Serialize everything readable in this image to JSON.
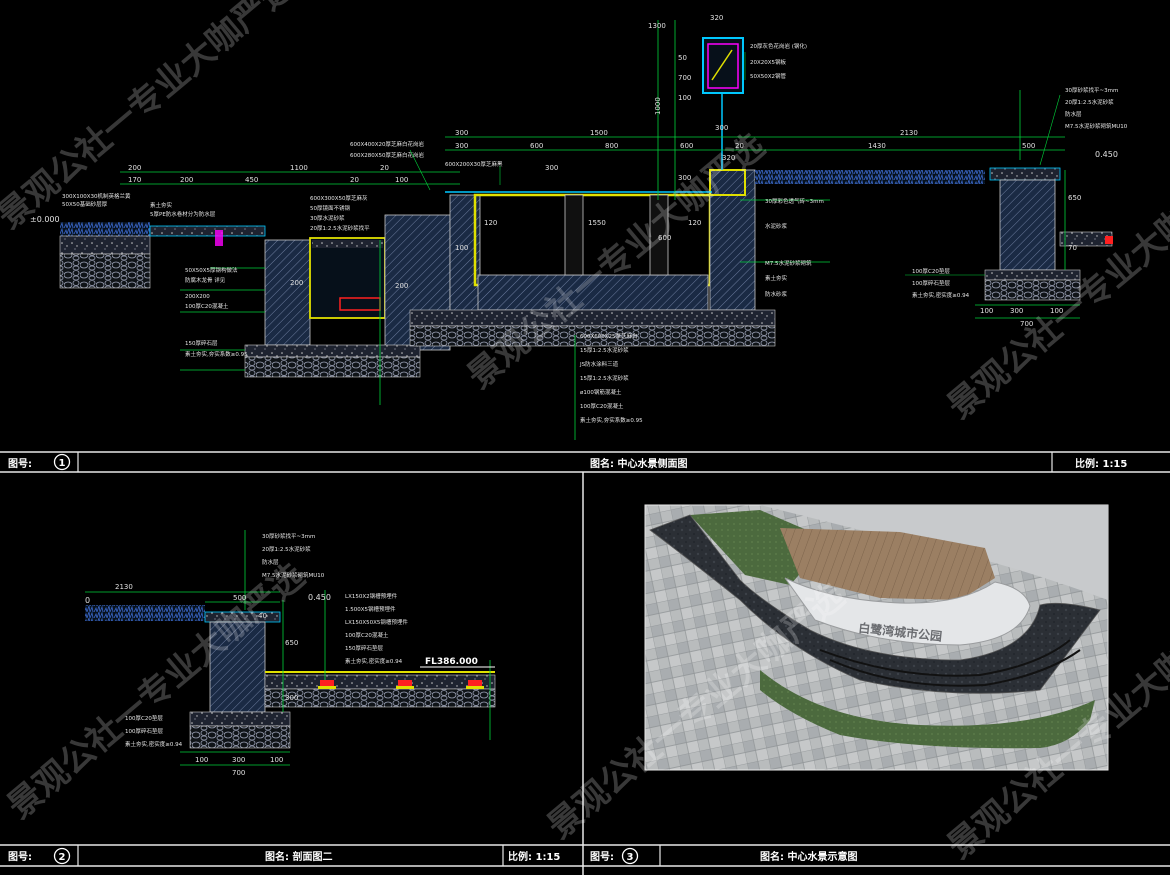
{
  "panel1": {
    "no_label": "图号:",
    "no_value": "1",
    "title": "图名: 中心水景侧面图",
    "scale": "比例: 1:15",
    "dims_top": [
      "200",
      "170",
      "200",
      "450",
      "1100",
      "20",
      "100",
      "20",
      "800",
      "1500",
      "20",
      "320",
      "1430",
      "2130",
      "500"
    ],
    "dims_misc": [
      "300",
      "300",
      "1000",
      "600",
      "1550",
      "600",
      "200",
      "200",
      "120",
      "120",
      "100",
      "600",
      "650",
      "70",
      "300"
    ],
    "dims_box": [
      "320",
      "1300",
      "50",
      "700",
      "100",
      "300",
      "300"
    ],
    "elevations": [
      "±0.000",
      "0.450"
    ],
    "notes_left": [
      "300X100X30机制英格兰黄",
      "50X50基础砂层厚",
      "素土夯实",
      "5厚PE防水卷材分为防水层",
      "50X50X5厚钢构做法",
      "防腐木龙骨 详见",
      "200X200",
      "100厚C20混凝土",
      "150厚碎石层",
      "素土夯实,夯实系数≥0.95"
    ],
    "notes_top": [
      "600X400X20厚芝麻白花岗岩",
      "600X280X50厚芝麻白花岗岩",
      "600X200X30厚芝麻黑",
      "600X300X50厚芝麻灰",
      "50厚镜面不锈钢",
      "30厚水泥砂浆",
      "20厚1:2.5水泥砂浆找平"
    ],
    "notes_box": [
      "20厚灰色花岗岩 (钢化)",
      "20X20X5钢板",
      "50X50X2钢管"
    ],
    "notes_mid": [
      "600X600X25厚芝麻白",
      "15厚1:2.5水泥砂浆",
      "JS防水涂料三道",
      "15厚1:2.5水泥砂浆",
      "ø100钢筋混凝土",
      "100厚C20混凝土",
      "素土夯实,夯实系数≥0.95"
    ],
    "notes_right_mid": [
      "30厚彩色透气砖~3mm",
      "水泥砂浆",
      "M7.5水泥砂浆砌筑",
      "素土夯实",
      "防水砂浆"
    ],
    "notes_right": [
      "30厚砂浆找平~3mm",
      "20厚1:2.5水泥砂浆",
      "防水层",
      "M7.5水泥砂浆砌筑MU10",
      "100厚C20垫层",
      "100厚碎石垫层",
      "素土夯实,密实度≥0.94"
    ],
    "dims_right": [
      "100",
      "300",
      "100",
      "700"
    ]
  },
  "panel2": {
    "no_label": "图号:",
    "no_value": "2",
    "title": "图名: 剖面图二",
    "scale": "比例: 1:15",
    "dims": [
      "2130",
      "500",
      "700",
      "100",
      "300",
      "100",
      "40",
      "650",
      "300"
    ],
    "elevations": [
      "0",
      "0.450",
      "FL386.000"
    ],
    "notes_top": [
      "30厚砂浆找平~3mm",
      "20厚1:2.5水泥砂浆",
      "防水层",
      "M7.5水泥砂浆砌筑MU10"
    ],
    "notes_right": [
      "LX150X2钢槽预埋件",
      "1.500X5钢槽预埋件",
      "LX150X50X5钢槽预埋件",
      "100厚C20混凝土",
      "150厚碎石垫层",
      "素土夯实,密实度≥0.94"
    ],
    "notes_bottom": [
      "100厚C20垫层",
      "100厚碎石垫层",
      "素土夯实,密实度≥0.94"
    ]
  },
  "panel3": {
    "no_label": "图号:",
    "no_value": "3",
    "title": "图名: 中心水景示意图",
    "sign_text": "白鹭湾城市公园"
  },
  "watermark": "景观公社一专业大咖严选",
  "colors": {
    "frame": "#e8e8e8",
    "green": "#00d23a",
    "yellow": "#e0e000",
    "cyan": "#00c8ff",
    "magenta": "#ff00ff",
    "red": "#ff2020",
    "title": "#ffffff"
  }
}
